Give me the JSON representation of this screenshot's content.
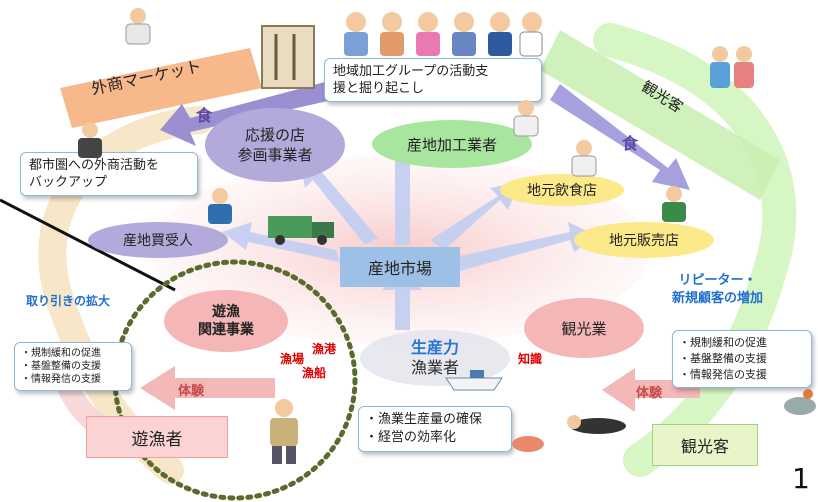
{
  "colors": {
    "market_pink": "#f4b6b6",
    "bubble_purple": "#b3a9da",
    "bubble_green": "#a8e6a0",
    "bubble_yellow": "#fbe98a",
    "center_blue": "#9dc1e6",
    "arrow_purple": "#9b8fd2",
    "arrow_blue": "#b7c7ee",
    "accent_red": "#e00000",
    "accent_blue": "#1f6fd0"
  },
  "nodes": {
    "gaisho_market": "外商マーケット",
    "kankokyaku_top": "観光客",
    "chiiki_callout": [
      "地域加工グループの活動支",
      "援と掘り起こし"
    ],
    "oen_no_mise": [
      "応援の店",
      "参画事業者"
    ],
    "sanchi_kakogyosha": "産地加工業者",
    "toshiken_callout": [
      "都市圏への外商活動を",
      "バックアップ"
    ],
    "jimoto_inshokuten": "地元飲食店",
    "sanchi_kaiuke": "産地買受人",
    "jimoto_hanbaiten": "地元販売店",
    "sanchi_shijo": "産地市場",
    "yugyo_kanren": [
      "遊漁",
      "関連事業"
    ],
    "seisanryoku": "生産力",
    "gyogyosha": "漁業者",
    "kankogyo": "観光業",
    "yugyosha": "遊漁者",
    "kankokyaku_bottom": "観光客"
  },
  "labels": {
    "torihiki_kakudai": "取り引きの拡大",
    "repeater": [
      "リピーター・",
      "新規顧客の増加"
    ],
    "shoku_1": "食",
    "shoku_2": "食",
    "taiken_left": "体験",
    "taiken_right": "体験",
    "gyojo": "漁場",
    "gyoko": "漁港",
    "gyosen": "漁船",
    "chishiki": "知識",
    "page_number": "1"
  },
  "left_bullets": [
    "・規制緩和の促進",
    "・基盤整備の支援",
    "・情報発信の支援"
  ],
  "right_bullets": [
    "・規制緩和の促進",
    "・基盤整備の支援",
    "・情報発信の支援"
  ],
  "bottom_bullets": [
    "・漁業生産量の確保",
    "・経営の効率化"
  ]
}
